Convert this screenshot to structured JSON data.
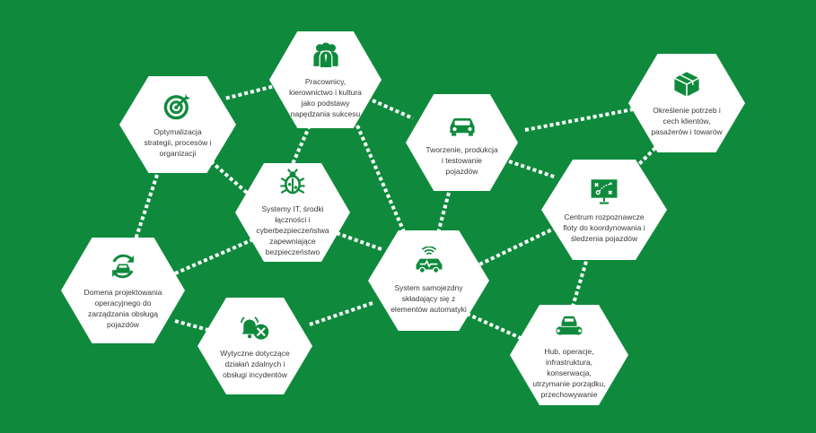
{
  "colors": {
    "background": "#0f8a3c",
    "icon": "#0f8a3c",
    "hex": "#ffffff",
    "link": "#ffffff"
  },
  "nodes": {
    "people": {
      "label": "Pracownicy, kierownictwo i kultura jako podstawy napędzania sukcesu",
      "icon": "people-icon"
    },
    "strategy": {
      "label": "Optymalizacja strategii, procesów i organizacji",
      "icon": "target-icon"
    },
    "it": {
      "label": "Systemy IT, środki łączności i cyberbezpieczeństwa zapewniające bezpieczeństwo",
      "icon": "bug-icon"
    },
    "domain": {
      "label": "Domena projektowania operacyjnego do zarządzania obsługą pojazdów",
      "icon": "car-cycle-icon"
    },
    "remote": {
      "label": "Wytyczne dotyczące działań zdalnych i obsługi incydentów",
      "icon": "bell-tools-icon"
    },
    "production": {
      "label": "Tworzenie, produkcja i testowanie pojazdów",
      "icon": "car-icon"
    },
    "autonomous": {
      "label": "System samojezdny składający się z elementów automatyki",
      "icon": "connected-car-icon"
    },
    "needs": {
      "label": "Określenie potrzeb i cech klientów, pasażerów i towarów",
      "icon": "box-icon"
    },
    "fleet": {
      "label": "Centrum rozpoznawcze floty do koordynowania i śledzenia pojazdów",
      "icon": "strategy-board-icon"
    },
    "hub": {
      "label": "Hub, operacje, infrastruktura, konserwacja, utrzymanie porządku, przechowywanie",
      "icon": "car-wrench-icon"
    }
  }
}
